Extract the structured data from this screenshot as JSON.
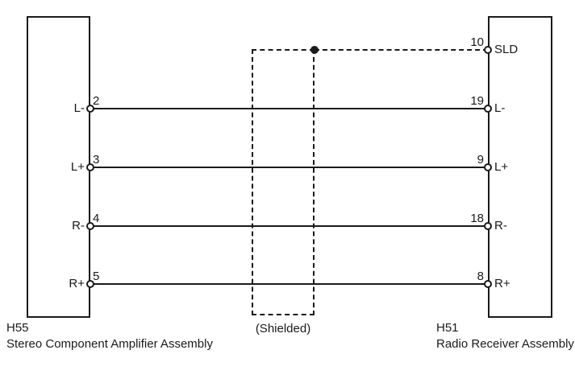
{
  "diagram": {
    "left_connector": {
      "code": "H55",
      "name": "Stereo Component Amplifier Assembly"
    },
    "right_connector": {
      "code": "H51",
      "name": "Radio Receiver Assembly"
    },
    "shield": {
      "caption": "(Shielded)",
      "right_pin": "10",
      "right_label": "SLD"
    },
    "wires": [
      {
        "left_pin": "2",
        "left_label": "L-",
        "right_pin": "19",
        "right_label": "L-"
      },
      {
        "left_pin": "3",
        "left_label": "L+",
        "right_pin": "9",
        "right_label": "L+"
      },
      {
        "left_pin": "4",
        "left_label": "R-",
        "right_pin": "18",
        "right_label": "R-"
      },
      {
        "left_pin": "5",
        "left_label": "R+",
        "right_pin": "8",
        "right_label": "R+"
      }
    ],
    "colors": {
      "line": "#1a1a1a",
      "background": "#ffffff"
    }
  }
}
